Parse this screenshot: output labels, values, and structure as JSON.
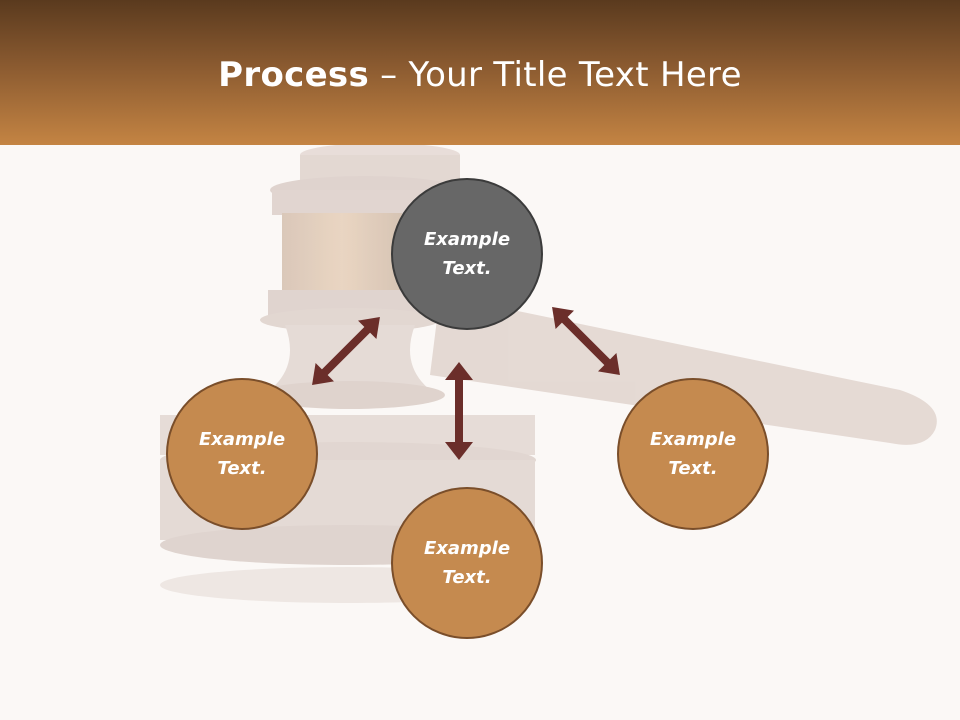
{
  "slide": {
    "title_bold": "Process",
    "title_rest": " – Your Title Text Here"
  },
  "nodes": [
    {
      "line1": "Example",
      "line2": "Text."
    },
    {
      "line1": "Example",
      "line2": "Text."
    },
    {
      "line1": "Example",
      "line2": "Text."
    },
    {
      "line1": "Example",
      "line2": "Text."
    }
  ],
  "colors": {
    "header_dark": "#5a3a1e",
    "header_light": "#c48443",
    "node_center": "#676767",
    "node_outer": "#c58a4f",
    "arrow": "#6b2e2a"
  },
  "background_image": "gavel"
}
